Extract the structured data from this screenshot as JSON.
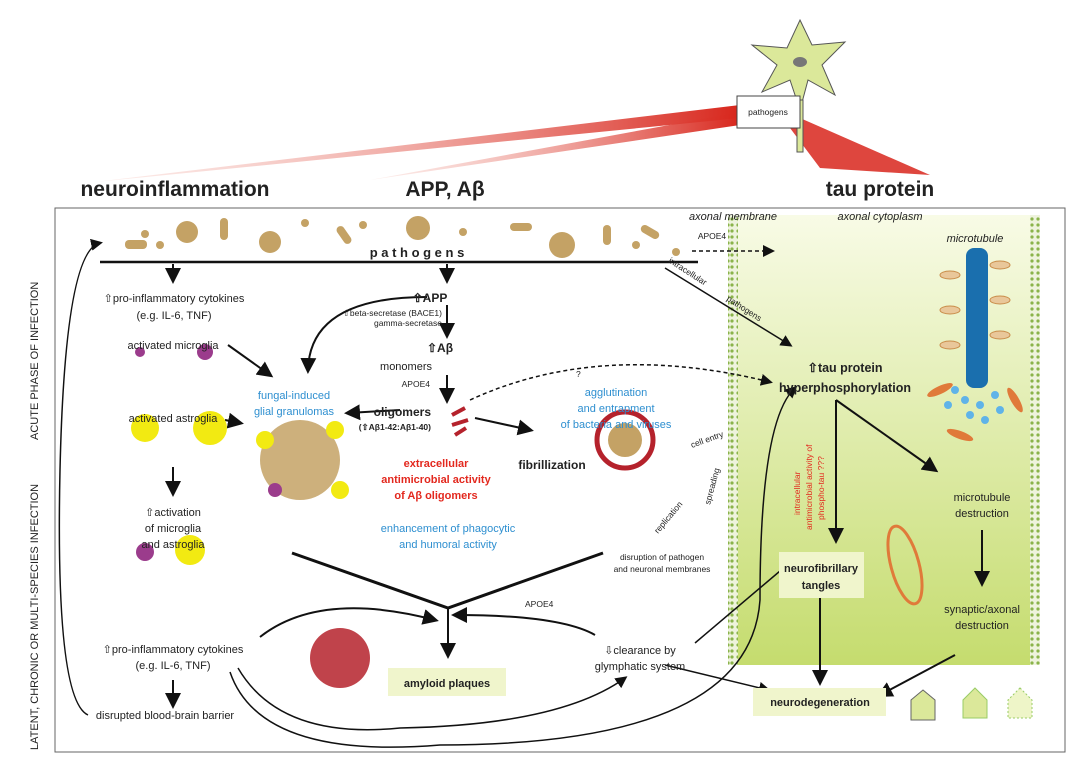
{
  "titles": {
    "neuroinflammation": "neuroinflammation",
    "app": "APP, Aβ",
    "tau": "tau protein"
  },
  "neuron_box_label": "pathogens",
  "pathogens_label": "p a t h o g e n s",
  "side_labels": {
    "acute": "ACUTE PHASE OF INFECTION",
    "latent": "LATENT, CHRONIC OR MULTI-SPECIES INFECTION"
  },
  "axon": {
    "membrane": "axonal membrane",
    "cytoplasm": "axonal cytoplasm",
    "microtubule": "microtubule"
  },
  "left": {
    "cytokines1": "⇧pro-inflammatory cytokines",
    "cytokines1_eg": "(e.g. IL-6, TNF)",
    "microglia": "activated microglia",
    "astroglia": "activated astroglia",
    "activation1": "⇧activation",
    "activation2": "of microglia",
    "activation3": "and astroglia",
    "cytokines2": "⇧pro-inflammatory cytokines",
    "cytokines2_eg": "(e.g. IL-6, TNF)",
    "bbb": "disrupted blood-brain barrier"
  },
  "middle": {
    "app": "⇧APP",
    "bace1": "⇧beta-secretase (BACE1)",
    "gamma": "gamma-secretase",
    "abeta": "⇧Aβ",
    "monomers": "monomers",
    "apoe4_a": "APOE4",
    "oligomers": "oligomers",
    "ratio": "(⇧Aβ1-42:Aβ1-40)",
    "granulomas1": "fungal-induced",
    "granulomas2": "glial granulomas",
    "antimicrobial1": "extracellular",
    "antimicrobial2": "antimicrobial activity",
    "antimicrobial3": "of Aβ oligomers",
    "phago1": "enhancement of phagocytic",
    "phago2": "and humoral activity",
    "fibrillization": "fibrillization",
    "aggl1": "agglutination",
    "aggl2": "and entrapment",
    "aggl3": "of bacteria and viruses",
    "cell_entry": "cell entry",
    "spreading": "spreading",
    "replication": "replication",
    "question": "?",
    "apoe4_b": "APOE4",
    "disruption1": "disruption of pathogen",
    "disruption2": "and neuronal membranes",
    "clearance1": "⇩clearance by",
    "clearance2": "glymphatic system",
    "plaques": "amyloid plaques"
  },
  "right": {
    "apoe4_c": "APOE4",
    "intracellular1": "intracellular",
    "intracellular2": "pathogens",
    "tau1": "⇧tau protein",
    "tau2": "hyperphosphorylation",
    "intra_anti1": "intracellular",
    "intra_anti2": "antimicrobial activity of",
    "intra_anti3": "phospho-tau ???",
    "mt_destr1": "microtubule",
    "mt_destr2": "destruction",
    "nft1": "neurofibrillary",
    "nft2": "tangles",
    "syn1": "synaptic/axonal",
    "syn2": "destruction",
    "neurodegeneration": "neurodegeneration"
  },
  "colors": {
    "pathogen": "#c4a265",
    "axon_green": "#cfe08a",
    "highlight_box": "#f0f5cc",
    "blue_text": "#2e8fd0",
    "red_text": "#e3281e",
    "amyloid": "#b5222c",
    "microglia": "#9b3c8c",
    "astroglia": "#f2ea12",
    "microtubule": "#1a6fae"
  }
}
